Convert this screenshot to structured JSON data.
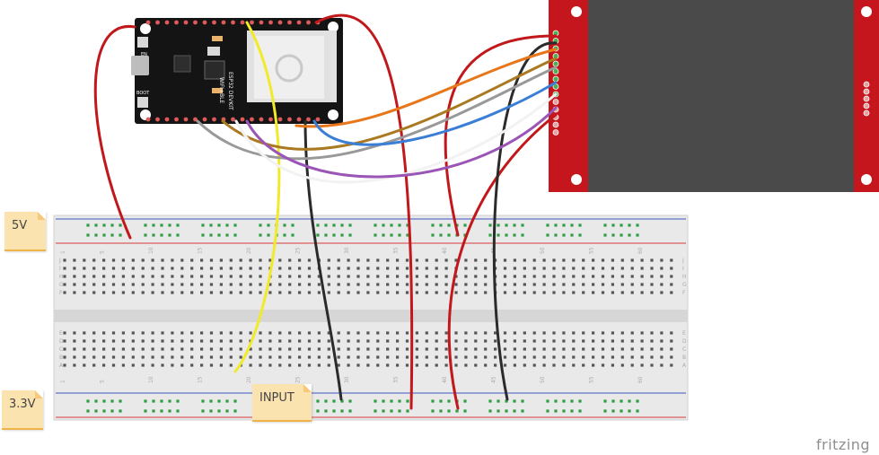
{
  "notes": {
    "five_v": "5V",
    "three_v": "3.3V",
    "input": "INPUT"
  },
  "brand": "fritzing",
  "board": {
    "name": "ESP32 DEVKIT",
    "subtitle": "WIFI+BLE",
    "button_left_top": "EN",
    "button_left_bottom": "BOOT"
  },
  "breadboard": {
    "row_letters_top": [
      "J",
      "I",
      "H",
      "G",
      "F"
    ],
    "row_letters_bottom": [
      "E",
      "D",
      "C",
      "B",
      "A"
    ],
    "column_numbers": [
      "1",
      "5",
      "10",
      "15",
      "20",
      "25",
      "30",
      "35",
      "40",
      "45",
      "50",
      "55",
      "60"
    ]
  },
  "colors": {
    "red_wire": "#c1191b",
    "black_wire": "#2b2b2b",
    "yellow_wire": "#f1ea2a",
    "display_red": "#c4161c",
    "display_screen": "#4a4a4a",
    "note_fill": "#fbe3b0"
  }
}
